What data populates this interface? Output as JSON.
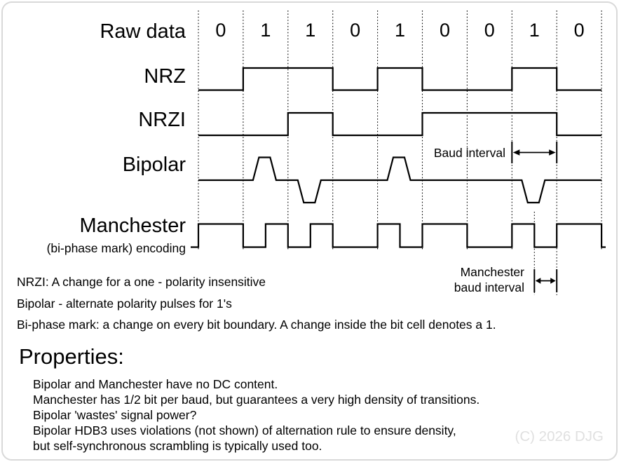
{
  "colors": {
    "ink": "#000000",
    "border": "#d9d9d9",
    "copyright_gray": "#e0e0e0"
  },
  "diagram": {
    "row_labels": {
      "raw": "Raw data",
      "nrz": "NRZ",
      "nrzi": "NRZI",
      "bipolar": "Bipolar",
      "manchester": "Manchester",
      "manchester_sub": "(bi-phase mark) encoding"
    },
    "bits": [
      "0",
      "1",
      "1",
      "0",
      "1",
      "0",
      "0",
      "1",
      "0"
    ],
    "waveforms": {
      "nrz_levels": [
        0,
        1,
        1,
        0,
        1,
        0,
        0,
        1,
        0
      ],
      "nrzi_levels": [
        0,
        0,
        1,
        0,
        0,
        1,
        1,
        1,
        0
      ],
      "bipolar_pulses": [
        0,
        1,
        -1,
        0,
        1,
        0,
        0,
        -1,
        0
      ],
      "manchester_halves": [
        [
          1,
          1
        ],
        [
          0,
          1
        ],
        [
          0,
          1
        ],
        [
          0,
          0
        ],
        [
          1,
          0
        ],
        [
          1,
          1
        ],
        [
          0,
          0
        ],
        [
          1,
          0
        ],
        [
          1,
          1
        ]
      ]
    },
    "annotations": {
      "baud_interval": "Baud interval",
      "manchester_baud_line1": "Manchester",
      "manchester_baud_line2": "baud interval"
    }
  },
  "notes": [
    "NRZI: A change for a one - polarity insensitive",
    "Bipolar - alternate polarity pulses for 1's",
    "Bi-phase mark: a change on every bit boundary. A change inside the bit cell denotes a 1."
  ],
  "properties": {
    "heading": "Properties:",
    "items": [
      "Bipolar and Manchester have no DC content.",
      "Manchester has 1/2 bit per baud, but guarantees a very high density of transitions.",
      "Bipolar 'wastes' signal power?",
      "Bipolar HDB3 uses violations (not shown) of alternation rule to ensure density,",
      "but self-synchronous scrambling is typically used too."
    ]
  },
  "copyright": "(C) 2026 DJG"
}
